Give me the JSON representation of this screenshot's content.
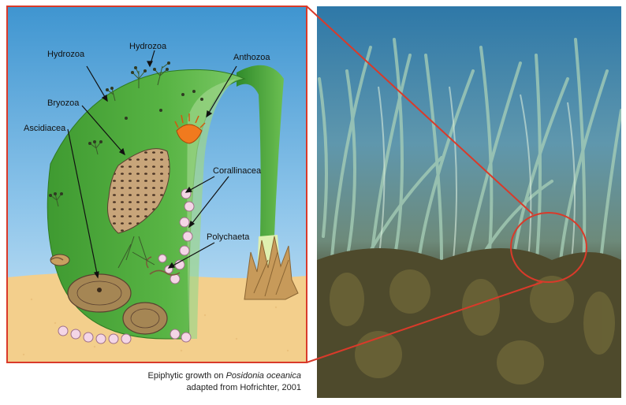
{
  "labels": {
    "hydrozoa_left": "Hydrozoa",
    "hydrozoa_top": "Hydrozoa",
    "anthozoa": "Anthozoa",
    "bryozoa": "Bryozoa",
    "ascidiacea": "Ascidiacea",
    "corallinacea": "Corallinacea",
    "polychaeta": "Polychaeta"
  },
  "caption": {
    "prefix": "Epiphytic growth on ",
    "species": "Posidonia oceanica",
    "credit": "adapted from Hofrichter, 2001"
  },
  "colors": {
    "frame": "#d93a2a",
    "water_top": "#4d9fd6",
    "water_bottom": "#b8dcf2",
    "sand": "#f2cf8e",
    "leaf": "#4fae3c",
    "photo_water": "#2f6f93",
    "seagrass": "#8fc0a0"
  }
}
